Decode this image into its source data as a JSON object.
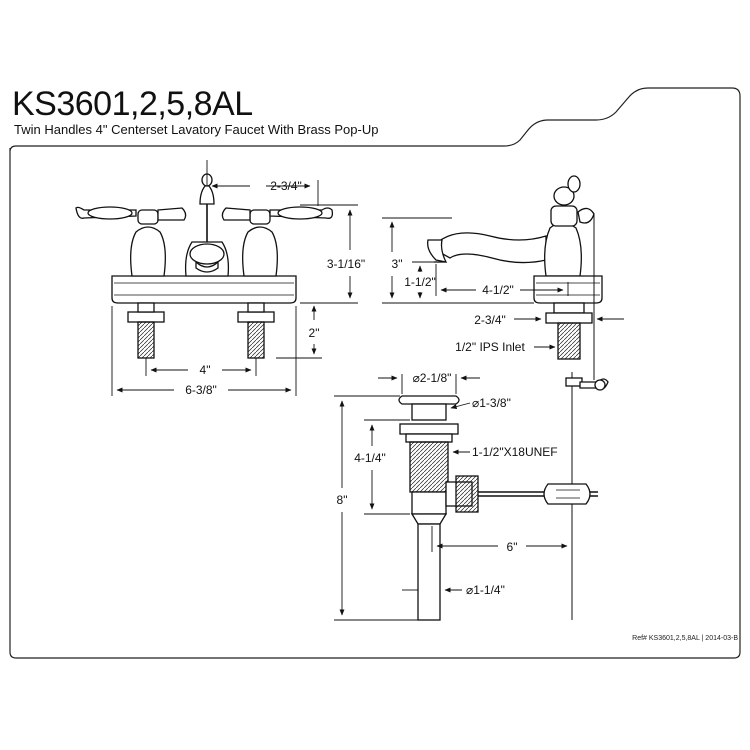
{
  "header": {
    "model": "KS3601,2,5,8AL",
    "subtitle": "Twin Handles 4\" Centerset Lavatory Faucet With Brass Pop-Up"
  },
  "dimensions": {
    "front_top_width": "2-3/4\"",
    "front_height": "3-1/16\"",
    "front_shank": "2\"",
    "front_center": "4\"",
    "front_overall": "6-3/8\"",
    "side_height": "3\"",
    "side_spout_height": "1-1/2\"",
    "side_reach": "4-1/2\"",
    "side_base": "2-3/4\"",
    "side_inlet": "1/2\" IPS Inlet",
    "drain_flange": "⌀2-1/8\"",
    "drain_body": "⌀1-3/8\"",
    "drain_thread": "1-1/2\"X18UNEF",
    "drain_upper": "4-1/4\"",
    "drain_total": "8\"",
    "drain_rod": "6\"",
    "drain_tail": "⌀1-1/4\""
  },
  "footer": {
    "ref": "Ref# KS3601,2,5,8AL | 2014-03-B"
  }
}
